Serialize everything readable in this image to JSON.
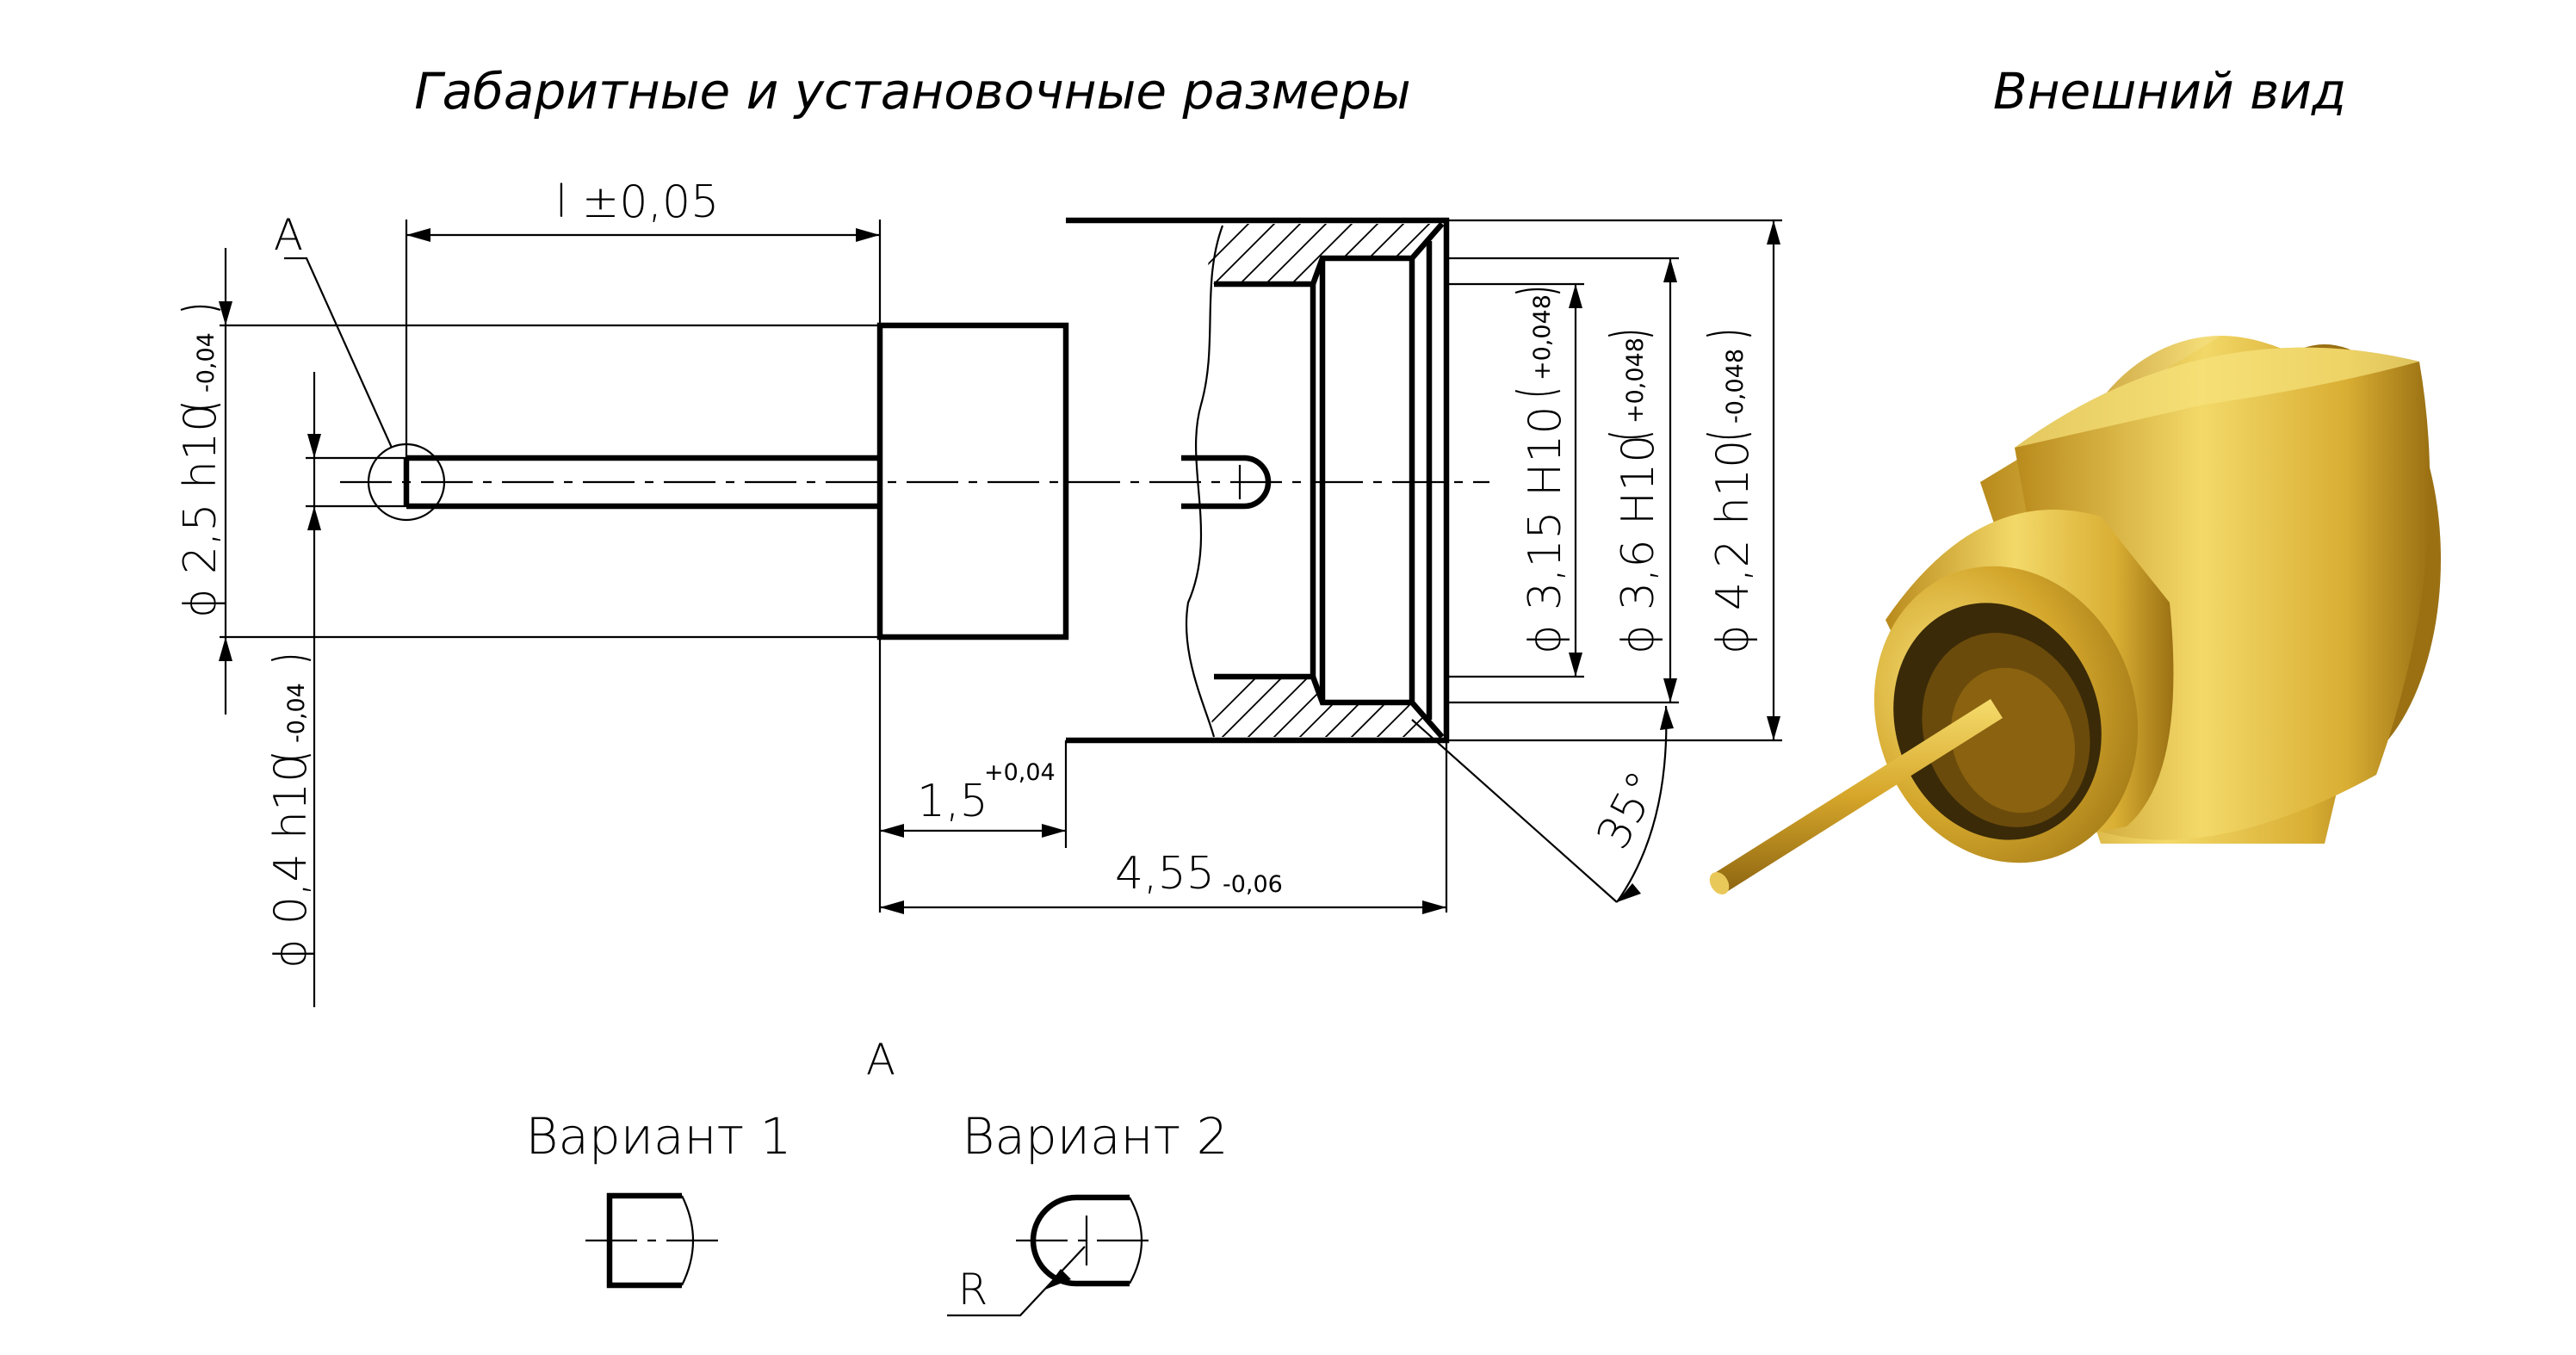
{
  "titles": {
    "left": "Габаритные и установочные размеры",
    "right": "Внешний вид"
  },
  "dimensions": {
    "length": "l ±0,05",
    "d25": {
      "main": "ϕ 2,5 h10",
      "tol": "-0,04"
    },
    "d04": {
      "main": "ϕ 0,4 h10",
      "tol": "-0,04"
    },
    "d315": {
      "main": "ϕ 3,15 H10",
      "tol": "+0,048"
    },
    "d36": {
      "main": "ϕ 3,6 H10",
      "tol": "+0,048"
    },
    "d42": {
      "main": "ϕ 4,2 h10",
      "tol": "-0,048"
    },
    "len15": {
      "main": "1,5",
      "tol": "+0,04"
    },
    "len455": {
      "main": "4,55",
      "tol": "-0,06"
    },
    "angle": "35°"
  },
  "callouts": {
    "detail_marker": "A",
    "detail_view_title": "A",
    "variant1": "Вариант 1",
    "variant2": "Вариант 2",
    "radius": "R"
  },
  "product_photo": {
    "icon": "brass-connector-illustration",
    "colors": {
      "highlight": "#f3d969",
      "body": "#d4a72c",
      "shadow": "#8a6210",
      "dark": "#3a2a08"
    }
  }
}
